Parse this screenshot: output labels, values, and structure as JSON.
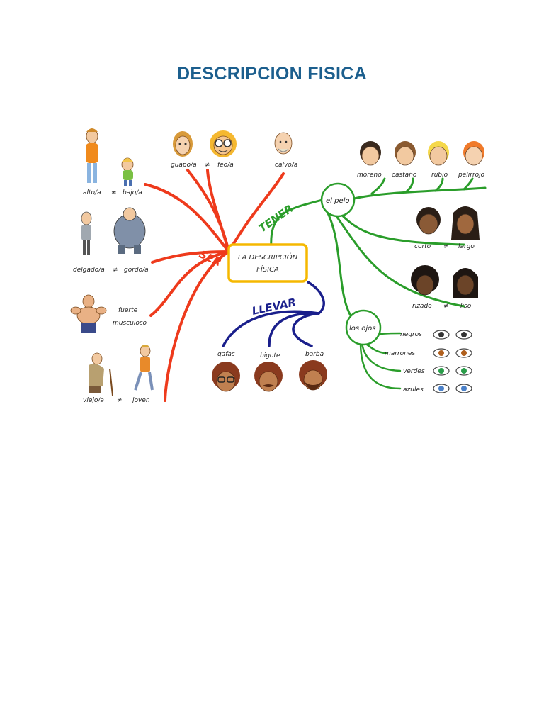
{
  "title": "DESCRIPCION FISICA",
  "colors": {
    "title": "#1c5f8e",
    "ser": "#ee3a1c",
    "tener": "#2a9d2a",
    "llevar": "#1a1f8c",
    "center_border": "#f5b800"
  },
  "center": {
    "line1": "LA DESCRIPCIÓN",
    "line2": "FÍSICA"
  },
  "branches": {
    "ser": {
      "label": "SER",
      "pairs": [
        {
          "a": "alto/a",
          "sep": "≠",
          "b": "bajo/a"
        },
        {
          "a": "delgado/a",
          "sep": "≠",
          "b": "gordo/a"
        },
        {
          "a": "fuerte",
          "b": "musculoso"
        },
        {
          "a": "viejo/a",
          "sep": "≠",
          "b": "joven"
        },
        {
          "a": "guapo/a",
          "sep": "≠",
          "b": "feo/a"
        },
        {
          "a": "calvo/a"
        }
      ]
    },
    "tener": {
      "label": "TENER",
      "pelo": {
        "label": "el pelo",
        "colors": [
          "moreno",
          "castaño",
          "rubio",
          "pelirrojo"
        ],
        "pairs": [
          {
            "a": "corto",
            "sep": "≠",
            "b": "largo"
          },
          {
            "a": "rizado",
            "sep": "≠",
            "b": "liso"
          }
        ]
      },
      "ojos": {
        "label": "los ojos",
        "colors": [
          "negros",
          "marrones",
          "verdes",
          "azules"
        ]
      }
    },
    "llevar": {
      "label": "LLEVAR",
      "items": [
        "gafas",
        "bigote",
        "barba"
      ]
    }
  }
}
